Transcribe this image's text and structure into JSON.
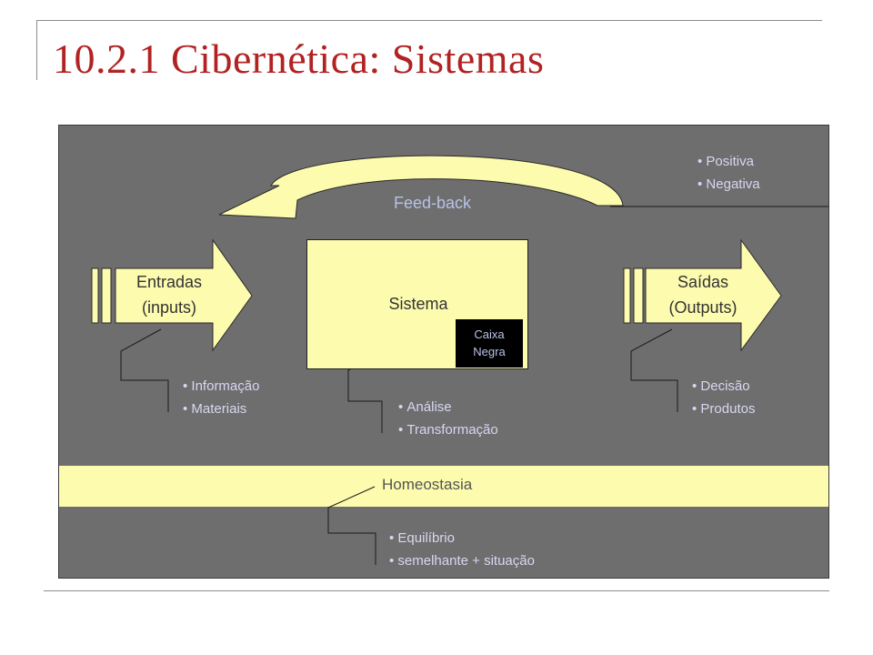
{
  "title": "10.2.1 Cibernética: Sistemas",
  "diagram": {
    "feedback": {
      "label": "Feed-back",
      "types": [
        "Positiva",
        "Negativa"
      ]
    },
    "inputs": {
      "label_line1": "Entradas",
      "label_line2": "(inputs)",
      "items": [
        "Informação",
        "Materiais"
      ]
    },
    "system": {
      "label": "Sistema",
      "black_box_line1": "Caixa",
      "black_box_line2": "Negra",
      "items": [
        "Análise",
        "Transformação"
      ]
    },
    "outputs": {
      "label_line1": "Saídas",
      "label_line2": "(Outputs)",
      "items": [
        "Decisão",
        "Produtos"
      ]
    },
    "homeostasis": {
      "label": "Homeostasia",
      "items": [
        "Equilíbrio",
        "semelhante + situação"
      ]
    }
  },
  "colors": {
    "title": "#b22222",
    "panel": "#6e6e6e",
    "shape_fill": "#fdfbae",
    "bullet_text": "#d7d7f2"
  }
}
